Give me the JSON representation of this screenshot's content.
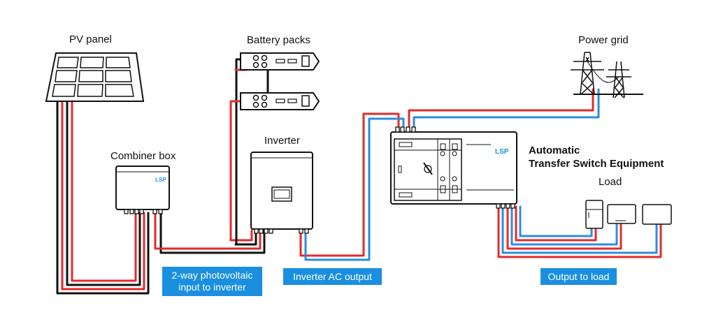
{
  "labels": {
    "pv_panel": "PV panel",
    "battery_packs": "Battery packs",
    "power_grid": "Power grid",
    "combiner_box": "Combiner box",
    "inverter": "Inverter",
    "ats_line1": "Automatic",
    "ats_line2": "Transfer Switch Equipment",
    "load": "Load"
  },
  "tags": {
    "pv_input_line1": "2-way photovoltaic",
    "pv_input_line2": "input to inverter",
    "inverter_ac_output": "Inverter AC output",
    "output_to_load": "Output to load"
  },
  "brand": {
    "combiner_logo": "LSP",
    "ats_logo": "LSP"
  },
  "colors": {
    "red_wire": "#e32b2b",
    "blue_wire": "#2a8de0",
    "black_wire": "#111111",
    "tag_bg": "#1a8fe0"
  }
}
